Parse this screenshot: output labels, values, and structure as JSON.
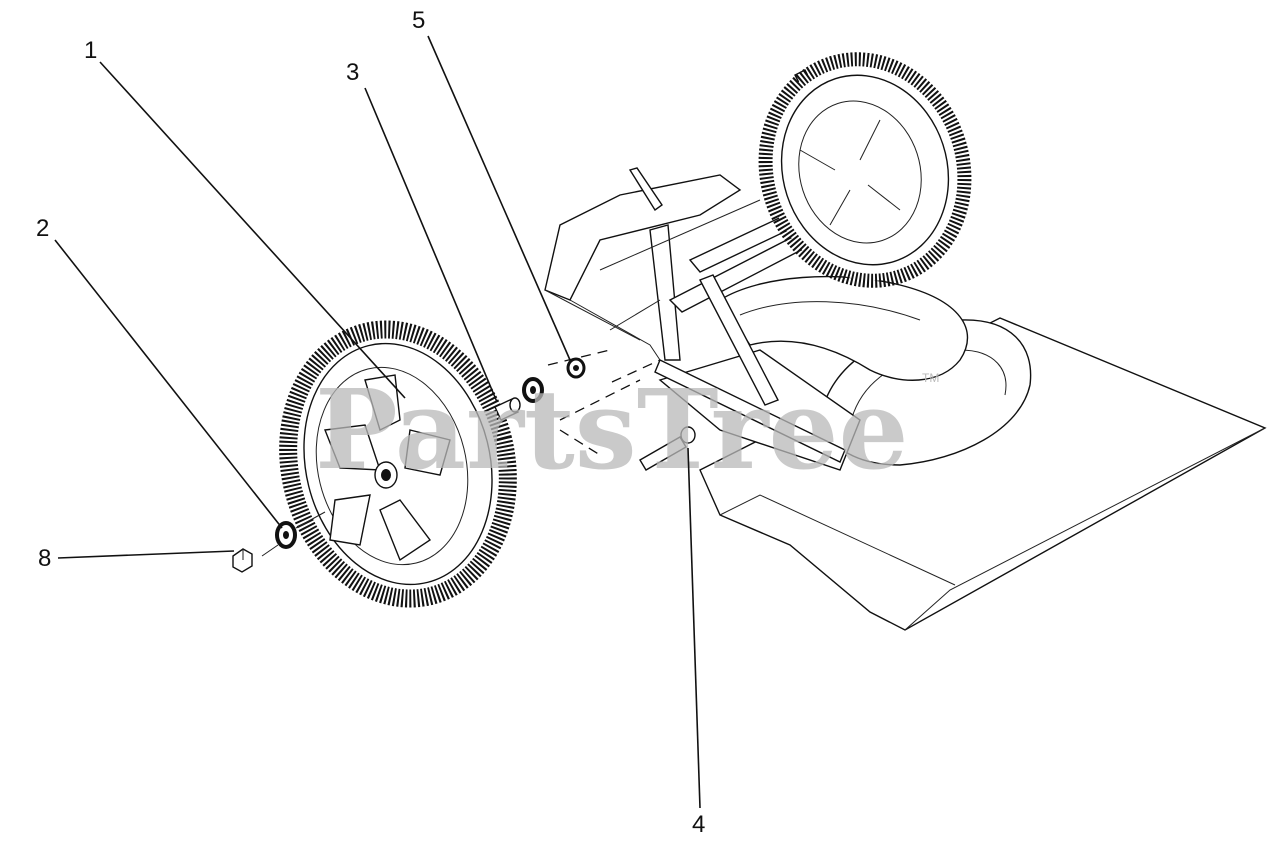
{
  "watermark": {
    "text": "PartsTree",
    "trademark": "TM"
  },
  "callouts": [
    {
      "id": "1",
      "label": "1"
    },
    {
      "id": "2",
      "label": "2"
    },
    {
      "id": "3",
      "label": "3"
    },
    {
      "id": "4",
      "label": "4"
    },
    {
      "id": "5",
      "label": "5"
    },
    {
      "id": "8",
      "label": "8"
    }
  ]
}
